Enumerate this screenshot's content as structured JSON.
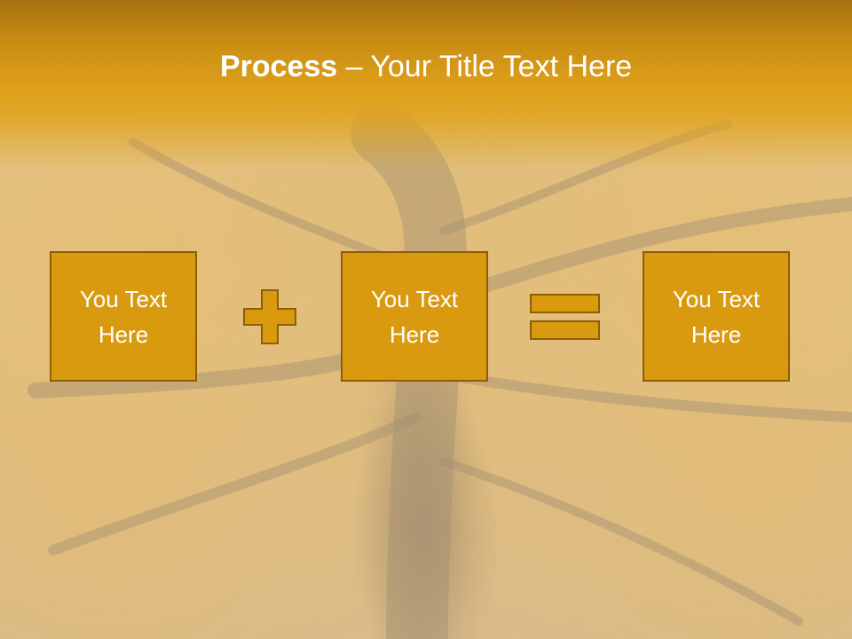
{
  "slide": {
    "title_bold": "Process",
    "title_rest": " – Your Title Text Here"
  },
  "boxes": [
    {
      "text": "You Text Here"
    },
    {
      "text": "You Text Here"
    },
    {
      "text": "You Text Here"
    }
  ],
  "operators": {
    "first": "plus-icon",
    "second": "equals-icon"
  },
  "colors": {
    "header": "#e0a21a",
    "box_fill": "#d99a0f",
    "box_border": "#8e5f05",
    "text": "#ffffff"
  }
}
